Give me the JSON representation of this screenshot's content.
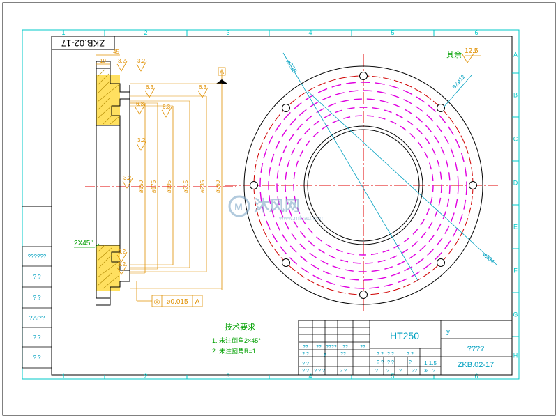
{
  "colors": {
    "border": "#00c8c8",
    "outline": "#000000",
    "center_line": "#e00000",
    "bolt_circle": "#d00000",
    "grooves": "#e000e0",
    "dimension": "#e09000",
    "section_fill": "#ffe060",
    "leader": "#00a0c0",
    "watermark": "#7fa8c8",
    "title_text": "#00a0c0"
  },
  "grid": {
    "columns": [
      "1",
      "2",
      "3",
      "4",
      "5",
      "6"
    ],
    "rows": [
      "A",
      "B",
      "C",
      "D",
      "E",
      "F",
      "G",
      "H"
    ]
  },
  "drawing_number_stamp": "ZKB.02-17",
  "section_view": {
    "widths": [
      "45",
      "19"
    ],
    "roughness": [
      "3.2",
      "3.2",
      "6.3",
      "6.3",
      "6.3",
      "6.3",
      "3.2",
      "3.2",
      "3.2",
      "3.2"
    ],
    "datum": "A",
    "diameters": [
      "ø150",
      "ø175",
      "ø195",
      "ø215",
      "ø235",
      "ø260"
    ],
    "chamfer": "2X45°",
    "tolerance": {
      "symbol": "◎",
      "value": "ø0.015",
      "datum": "A"
    }
  },
  "plan_view": {
    "callouts": [
      "ø228",
      "8Xø12",
      "ø204"
    ],
    "roughness_label": "其余",
    "roughness_value": "12.5"
  },
  "notes": {
    "title": "技术要求",
    "items": [
      "1.  未注倒角2×45°",
      "2.  未注圆角R=1."
    ]
  },
  "left_strip": [
    "??????",
    "?  ?",
    "?  ?",
    "?????",
    "?  ?",
    "?  ?"
  ],
  "title_block": {
    "material": "HT250",
    "top_right": "y",
    "part_name": "????",
    "drawing_number": "ZKB.02-17",
    "scale": "1:1.5",
    "small_cells": [
      "??",
      "??",
      "????",
      "??",
      "??",
      "?  ?",
      "y",
      "??",
      "? ?",
      "? ?",
      "? ? ?",
      "? ?",
      "? ?",
      "?  ?",
      "? ?",
      "? ?",
      "?  ?",
      "?",
      "?",
      "?",
      "?",
      "??",
      "?",
      "?",
      "3"
    ]
  },
  "watermark": {
    "text": "沐风网",
    "url": "www.mfcad.com"
  }
}
